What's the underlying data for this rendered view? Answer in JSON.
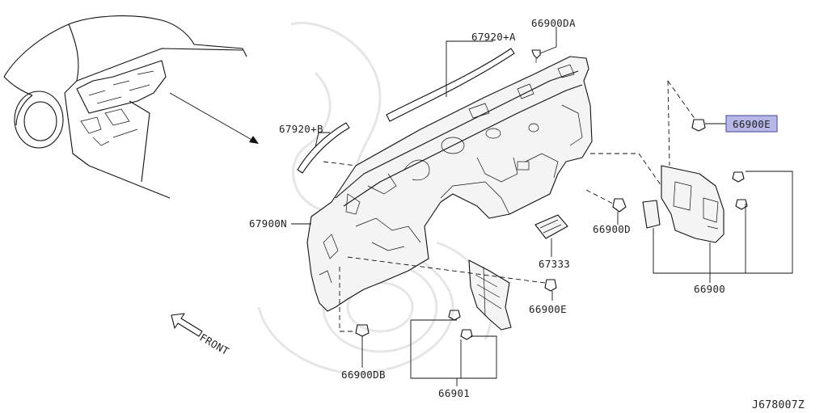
{
  "diagram": {
    "code": "J678007Z",
    "direction_label": "FRONT"
  },
  "callouts": {
    "p66900DA": "66900DA",
    "p67920A": "67920+A",
    "p67920B": "67920+B",
    "p67900N": "67900N",
    "p66900E_top": "66900E",
    "p66900D": "66900D",
    "p67333": "67333",
    "p66900": "66900",
    "p66900E_bottom": "66900E",
    "p66900DB": "66900DB",
    "p66901": "66901"
  },
  "highlight": {
    "part": "p66900E_top",
    "color": "#b8b8e8",
    "border": "#5a5aa8"
  }
}
